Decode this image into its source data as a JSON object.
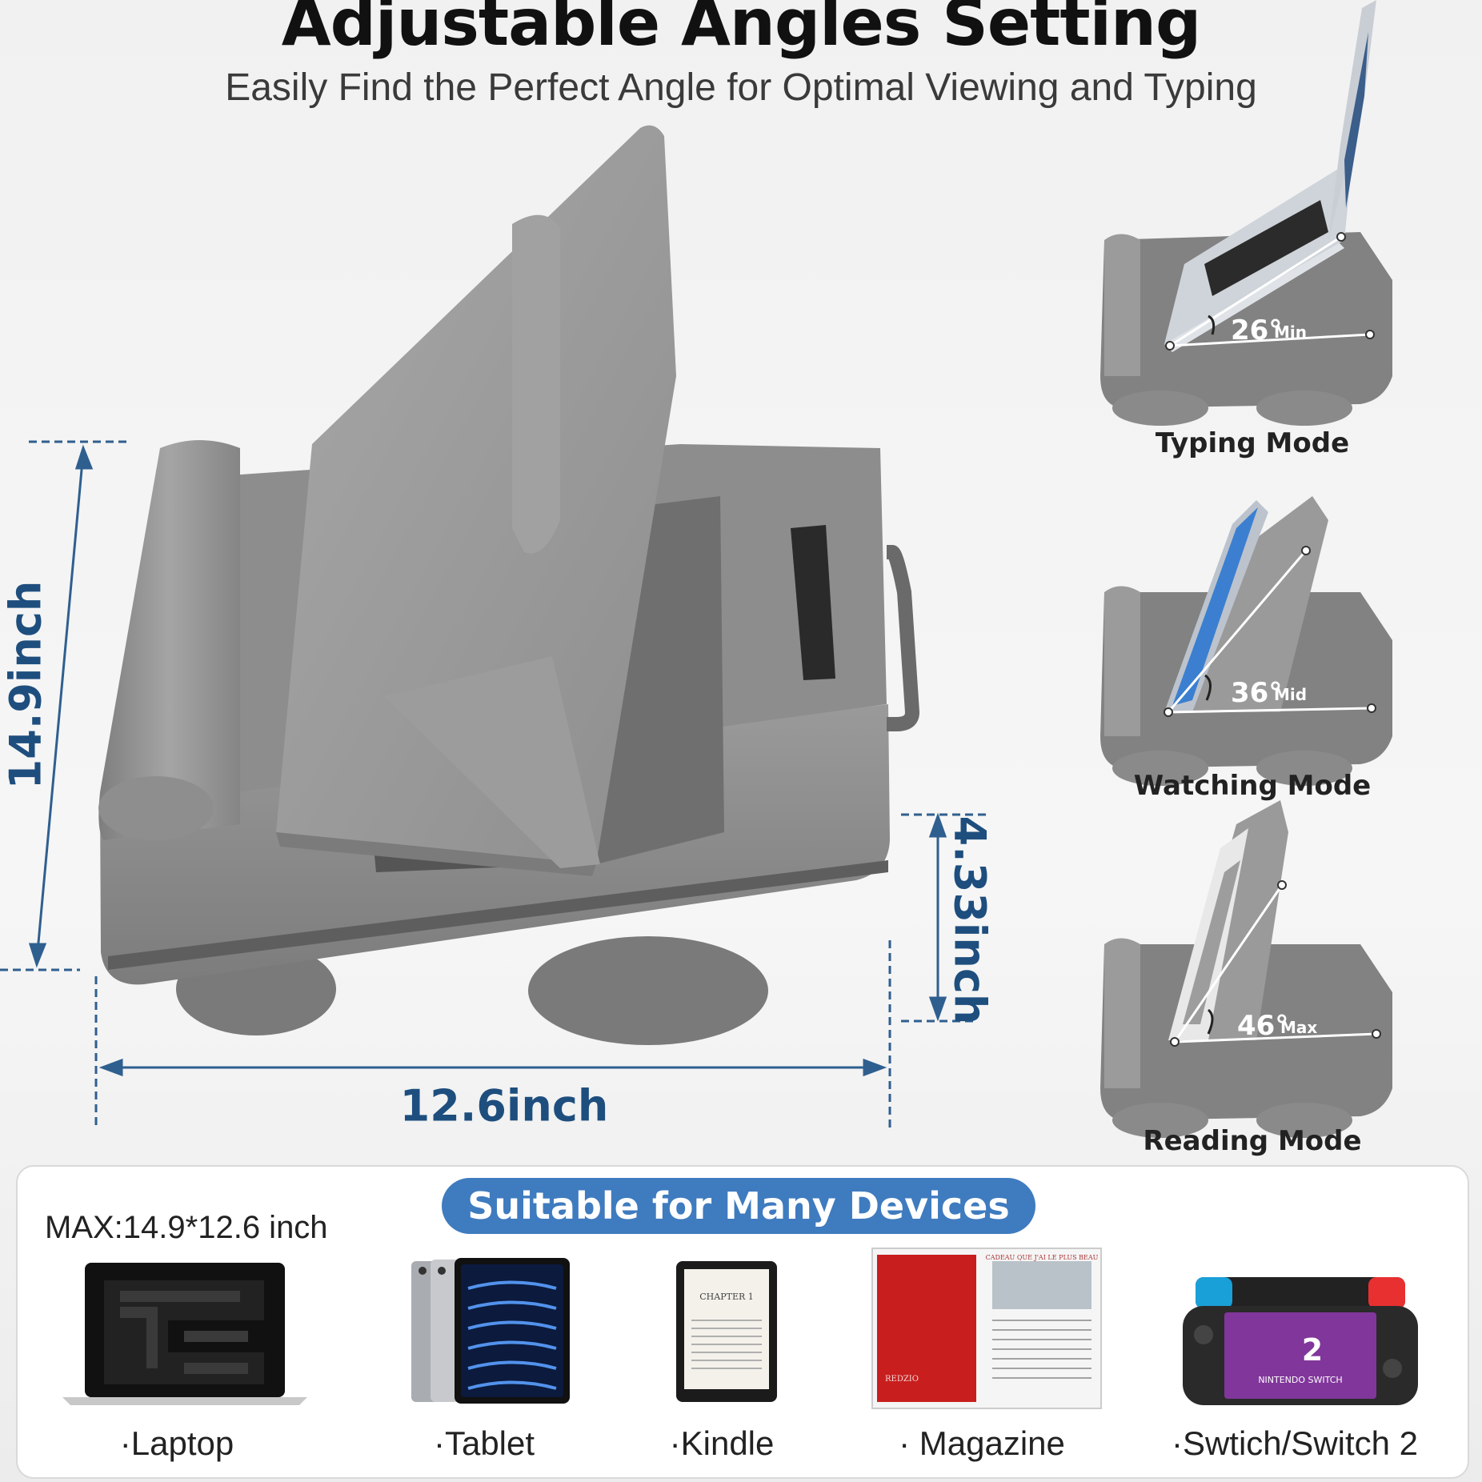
{
  "header": {
    "title": "Adjustable Angles Setting",
    "subtitle": "Easily Find the Perfect Angle for Optimal Viewing and Typing"
  },
  "dimensions": {
    "height": "14.9inch",
    "depth": "4.33inch",
    "width": "12.6inch"
  },
  "modes": [
    {
      "name": "Typing Mode",
      "angle": "26°",
      "level": "Min"
    },
    {
      "name": "Watching Mode",
      "angle": "36°",
      "level": "Mid"
    },
    {
      "name": "Reading Mode",
      "angle": "46°",
      "level": "Max"
    }
  ],
  "devices_panel": {
    "heading": "Suitable for Many Devices",
    "max_size": "MAX:14.9*12.6 inch",
    "devices": [
      "·Laptop",
      "·Tablet",
      "·Kindle",
      "· Magazine",
      "·Swtich/Switch 2"
    ]
  },
  "kindle_screen": {
    "chapter": "CHAPTER 1"
  },
  "magazine": {
    "cover_brand": "REDZIO",
    "headline": "CADEAU QUE J'AI LE PLUS BEAU"
  },
  "switch": {
    "badge": "2",
    "brand": "NINTENDO SWITCH"
  },
  "colors": {
    "accent": "#3f7bbf",
    "dimension": "#1e4e7e",
    "pillow": "#8a8a8a"
  }
}
